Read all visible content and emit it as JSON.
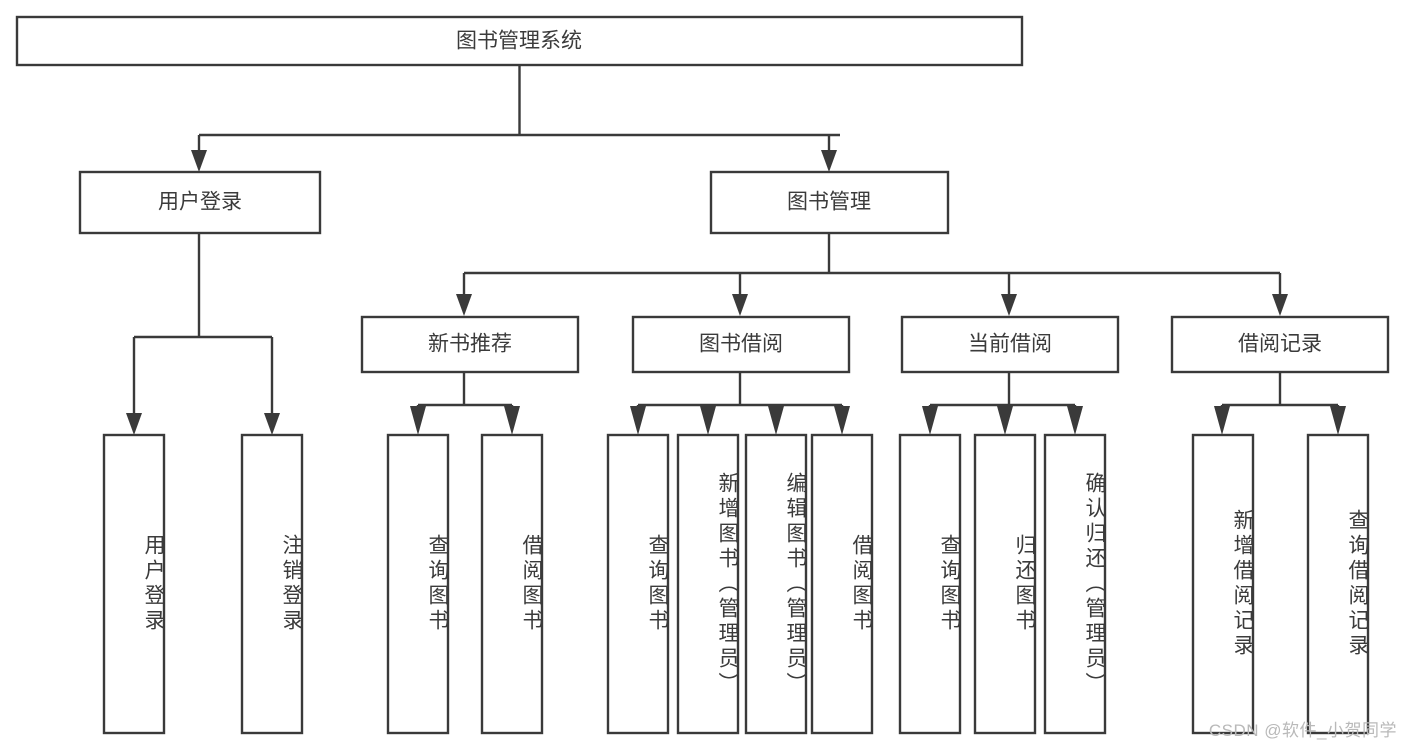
{
  "diagram": {
    "title": "图书管理系统",
    "type": "hierarchy-tree",
    "watermark": "CSDN @软件_小贺同学",
    "colors": {
      "stroke": "#3a3a3a",
      "text": "#3b3b3b",
      "background": "#ffffff",
      "watermark": "#b9b9b9"
    },
    "root": {
      "id": "root",
      "label": "图书管理系统"
    },
    "level2": [
      {
        "id": "user-login",
        "label": "用户登录"
      },
      {
        "id": "book-manage",
        "label": "图书管理"
      }
    ],
    "level3": [
      {
        "id": "new-book-recommend",
        "label": "新书推荐",
        "parent": "book-manage"
      },
      {
        "id": "book-borrow",
        "label": "图书借阅",
        "parent": "book-manage"
      },
      {
        "id": "current-borrow",
        "label": "当前借阅",
        "parent": "book-manage"
      },
      {
        "id": "borrow-record",
        "label": "借阅记录",
        "parent": "book-manage"
      }
    ],
    "leaves": [
      {
        "id": "leaf-user-login",
        "label": "用户登录",
        "parent": "user-login"
      },
      {
        "id": "leaf-user-logout",
        "label": "注销登录",
        "parent": "user-login"
      },
      {
        "id": "leaf-query-book-1",
        "label": "查询图书",
        "parent": "new-book-recommend"
      },
      {
        "id": "leaf-borrow-book-1",
        "label": "借阅图书",
        "parent": "new-book-recommend"
      },
      {
        "id": "leaf-query-book-2",
        "label": "查询图书",
        "parent": "book-borrow"
      },
      {
        "id": "leaf-add-book",
        "label": "新增图书（管理员）",
        "parent": "book-borrow"
      },
      {
        "id": "leaf-edit-book",
        "label": "编辑图书（管理员）",
        "parent": "book-borrow"
      },
      {
        "id": "leaf-borrow-book-2",
        "label": "借阅图书",
        "parent": "book-borrow"
      },
      {
        "id": "leaf-query-book-3",
        "label": "查询图书",
        "parent": "current-borrow"
      },
      {
        "id": "leaf-return-book",
        "label": "归还图书",
        "parent": "current-borrow"
      },
      {
        "id": "leaf-confirm-return",
        "label": "确认归还（管理员）",
        "parent": "current-borrow"
      },
      {
        "id": "leaf-add-record",
        "label": "新增借阅记录",
        "parent": "borrow-record"
      },
      {
        "id": "leaf-query-record",
        "label": "查询借阅记录",
        "parent": "borrow-record"
      }
    ]
  }
}
